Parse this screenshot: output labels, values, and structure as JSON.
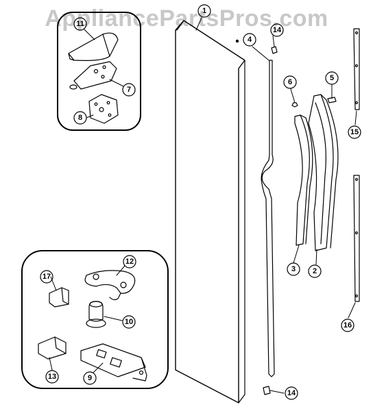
{
  "watermark": "AppliancePartsPros.com",
  "colors": {
    "line": "#000000",
    "watermark": "#c8c8c8",
    "background": "#ffffff"
  },
  "callouts": {
    "c1": "1",
    "c2": "2",
    "c3": "3",
    "c4": "4",
    "c5": "5",
    "c6": "6",
    "c7": "7",
    "c8": "8",
    "c9": "9",
    "c10": "10",
    "c11": "11",
    "c12": "12",
    "c13": "13",
    "c14a": "14",
    "c14b": "14",
    "c15": "15",
    "c16": "16",
    "c17": "17"
  }
}
